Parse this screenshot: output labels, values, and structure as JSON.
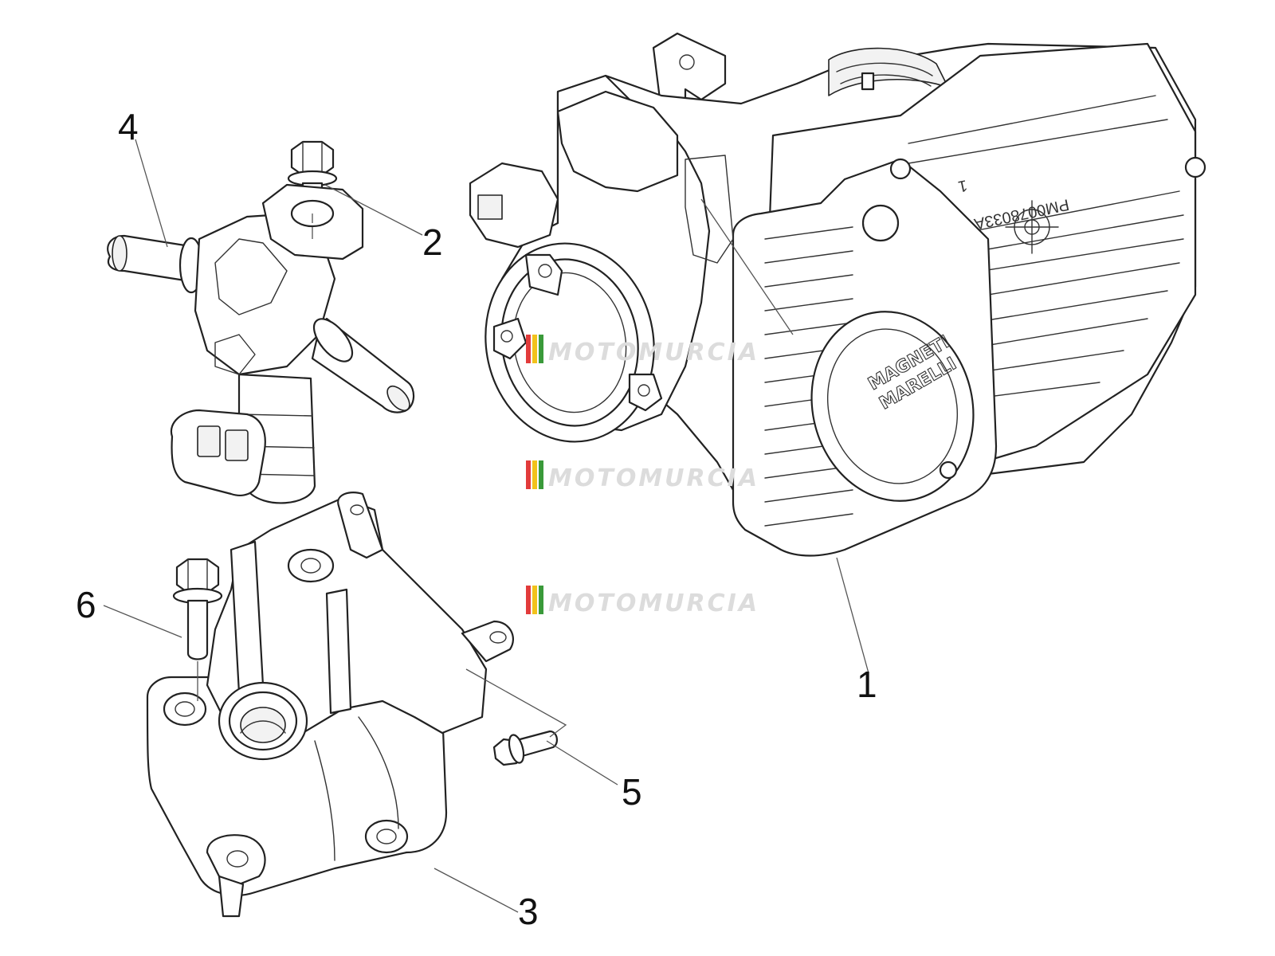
{
  "diagram": {
    "callouts": [
      {
        "id": "1",
        "label": "1"
      },
      {
        "id": "2",
        "label": "2"
      },
      {
        "id": "3",
        "label": "3"
      },
      {
        "id": "4",
        "label": "4"
      },
      {
        "id": "5",
        "label": "5"
      },
      {
        "id": "6",
        "label": "6"
      }
    ],
    "part_marking": "PM0078033A",
    "part_marking_sub": "1",
    "brand_logo": [
      "MAGNETI",
      "MARELLI"
    ],
    "watermark": "MOTOMURCIA",
    "watermark_colors": [
      "#e23b3b",
      "#f2c21b",
      "#3a9a3a",
      "#d9d9d9"
    ]
  }
}
